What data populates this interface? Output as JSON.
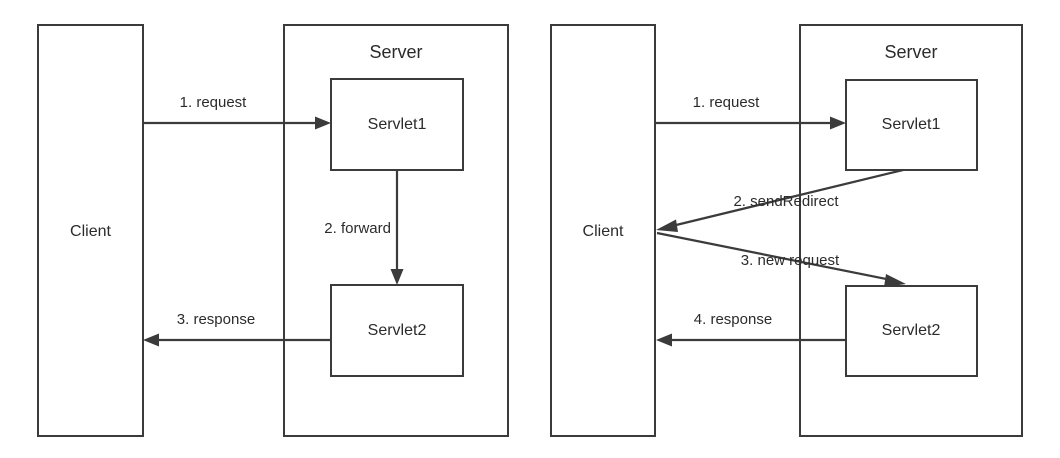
{
  "diagram": {
    "type": "flow-diagram",
    "title_visible": false,
    "colors": {
      "stroke": "#3b3b3b",
      "text": "#2b2b2b",
      "background": "#ffffff"
    },
    "panels": [
      {
        "id": "forward",
        "client": {
          "label": "Client"
        },
        "server": {
          "label": "Server"
        },
        "servlets": [
          {
            "id": "servlet1",
            "label": "Servlet1"
          },
          {
            "id": "servlet2",
            "label": "Servlet2"
          }
        ],
        "edges": [
          {
            "id": "e1",
            "label": "1. request",
            "from": "Client",
            "to": "Servlet1"
          },
          {
            "id": "e2",
            "label": "2. forward",
            "from": "Servlet1",
            "to": "Servlet2"
          },
          {
            "id": "e3",
            "label": "3. response",
            "from": "Servlet2",
            "to": "Client"
          }
        ]
      },
      {
        "id": "sendRedirect",
        "client": {
          "label": "Client"
        },
        "server": {
          "label": "Server"
        },
        "servlets": [
          {
            "id": "servlet1",
            "label": "Servlet1"
          },
          {
            "id": "servlet2",
            "label": "Servlet2"
          }
        ],
        "edges": [
          {
            "id": "e1",
            "label": "1. request",
            "from": "Client",
            "to": "Servlet1"
          },
          {
            "id": "e2",
            "label": "2. sendRedirect",
            "from": "Servlet1",
            "to": "Client"
          },
          {
            "id": "e3",
            "label": "3. new request",
            "from": "Client",
            "to": "Servlet2"
          },
          {
            "id": "e4",
            "label": "4. response",
            "from": "Servlet2",
            "to": "Client"
          }
        ]
      }
    ]
  }
}
